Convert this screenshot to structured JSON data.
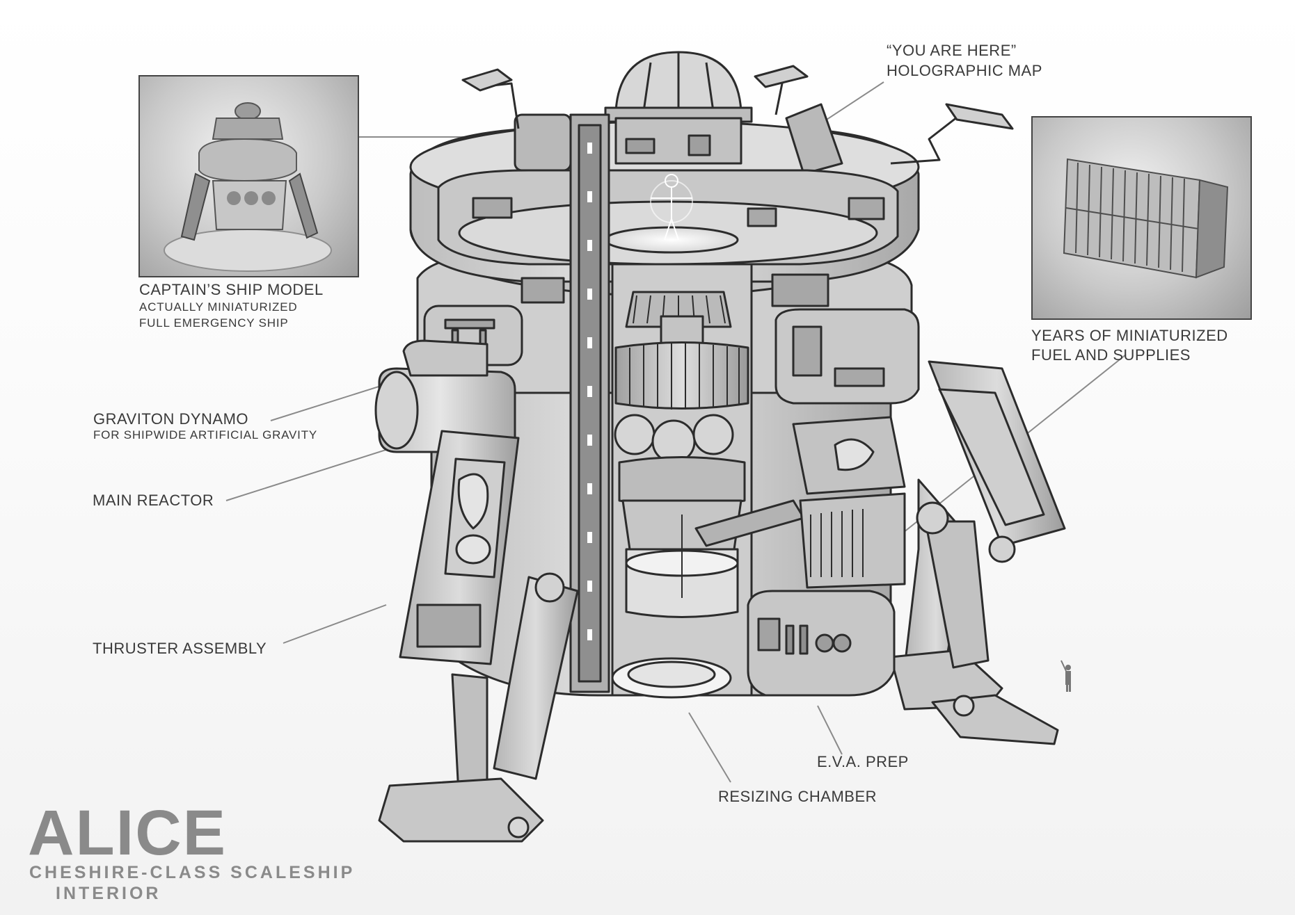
{
  "title": {
    "main": "ALICE",
    "subtitle": "CHESHIRE-CLASS SCALESHIP",
    "subtitle2": "INTERIOR"
  },
  "callouts": {
    "holo_map": {
      "line1": "“YOU ARE HERE”",
      "line2": "HOLOGRAPHIC MAP"
    },
    "ship_model": {
      "title": "CAPTAIN’S SHIP MODEL",
      "sub1": "ACTUALLY MINIATURIZED",
      "sub2": "FULL EMERGENCY SHIP"
    },
    "fuel": {
      "line1": "YEARS OF MINIATURIZED",
      "line2": "FUEL AND SUPPLIES"
    },
    "graviton": {
      "title": "GRAVITON DYNAMO",
      "sub": "FOR SHIPWIDE ARTIFICIAL GRAVITY"
    },
    "reactor": {
      "title": "MAIN REACTOR"
    },
    "thruster": {
      "title": "THRUSTER ASSEMBLY"
    },
    "eva": {
      "title": "E.V.A. PREP"
    },
    "resizing": {
      "title": "RESIZING CHAMBER"
    }
  },
  "colors": {
    "line": "#2c2c2c",
    "hull": "#d6d6d6",
    "hull_light": "#e8e8e8",
    "hull_dark": "#9a9a9a",
    "interior": "#bdbdbd",
    "title": "#8a8a8a"
  }
}
